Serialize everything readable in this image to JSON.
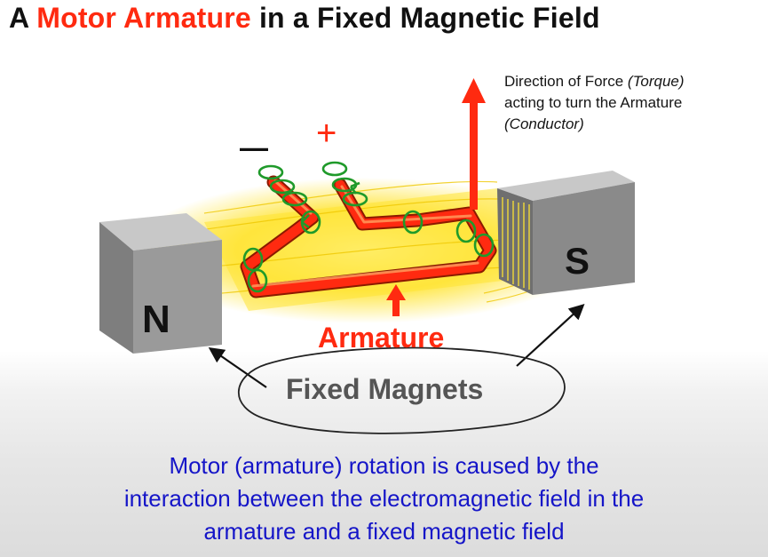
{
  "title": {
    "lead": "A",
    "highlight": "Motor Armature",
    "rest": "in a Fixed Magnetic Field",
    "highlight_color": "#ff2a10"
  },
  "force_annotation": {
    "line1_plain": "Direction of  Force",
    "line1_italic": "(Torque)",
    "line2": "acting to turn the Armature",
    "line3_italic": "(Conductor)"
  },
  "terminals": {
    "negative": "—",
    "positive": "+"
  },
  "magnets": {
    "north_label": "N",
    "south_label": "S",
    "group_label": "Fixed Magnets"
  },
  "armature_label": "Armature",
  "caption": {
    "line1": "Motor (armature) rotation is caused by the",
    "line2": "interaction between the electromagnetic field in the",
    "line3": "armature and a fixed magnetic field"
  },
  "colors": {
    "armature_red": "#ff2a10",
    "field_yellow": "#ffe433",
    "field_arrows_green": "#1f9a2a",
    "magnet_gray": "#9a9a9a",
    "caption_blue": "#1515c8"
  },
  "icons": [
    "up-arrow-icon",
    "left-up-arrow-icon",
    "right-up-arrow-icon",
    "field-loop-arrow-icon"
  ]
}
